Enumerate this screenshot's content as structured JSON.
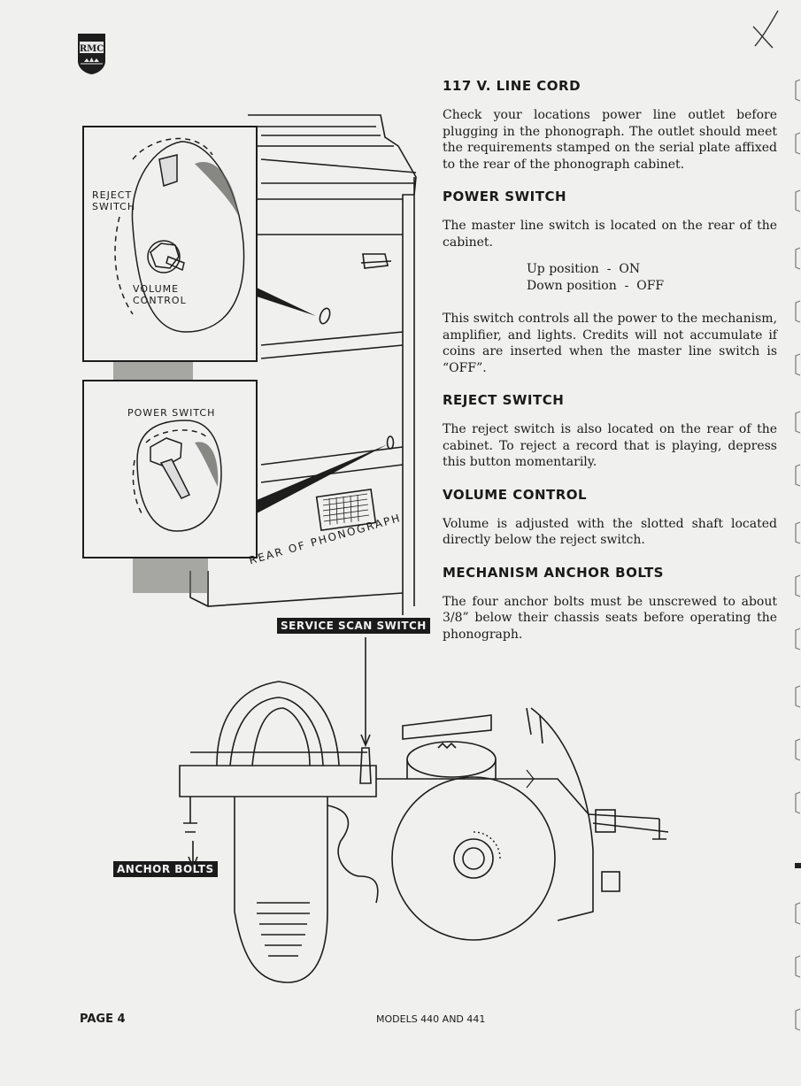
{
  "logo_text": "RMC",
  "sections": [
    {
      "heading": "117 V. LINE CORD",
      "paragraphs": [
        "Check your locations power line outlet before plugging in the phonograph. The outlet should meet the requirements stamped on the serial plate affixed to the rear of the phonograph cabinet."
      ]
    },
    {
      "heading": "POWER SWITCH",
      "paragraphs": [
        "The master line switch is located on the rear of the cabinet."
      ],
      "positions": [
        "Up position  -  ON",
        "Down position  -  OFF"
      ],
      "paragraphs_after": [
        "This switch controls all the power to the mechanism, amplifier, and lights. Credits will not accumulate if coins are inserted when the master line switch is “OFF”."
      ]
    },
    {
      "heading": "REJECT SWITCH",
      "paragraphs": [
        "The reject switch is also located on the rear of the cabinet. To reject a record that is playing, depress this button momentarily."
      ]
    },
    {
      "heading": "VOLUME CONTROL",
      "paragraphs": [
        "Volume is adjusted with the slotted shaft located directly below the reject switch."
      ]
    },
    {
      "heading": "MECHANISM ANCHOR BOLTS",
      "paragraphs": [
        "The four anchor bolts must be unscrewed to about 3/8” below their chassis seats before operating the phonograph."
      ]
    }
  ],
  "figure_labels": {
    "reject_switch": "REJECT\nSWITCH",
    "volume_control": "VOLUME\nCONTROL",
    "power_switch": "POWER SWITCH",
    "rear_of_phonograph": "REAR OF PHONOGRAPH",
    "service_scan_switch": "SERVICE SCAN SWITCH",
    "anchor_bolts": "ANCHOR BOLTS"
  },
  "footer": {
    "page": "PAGE 4",
    "models": "MODELS 440 AND 441"
  }
}
